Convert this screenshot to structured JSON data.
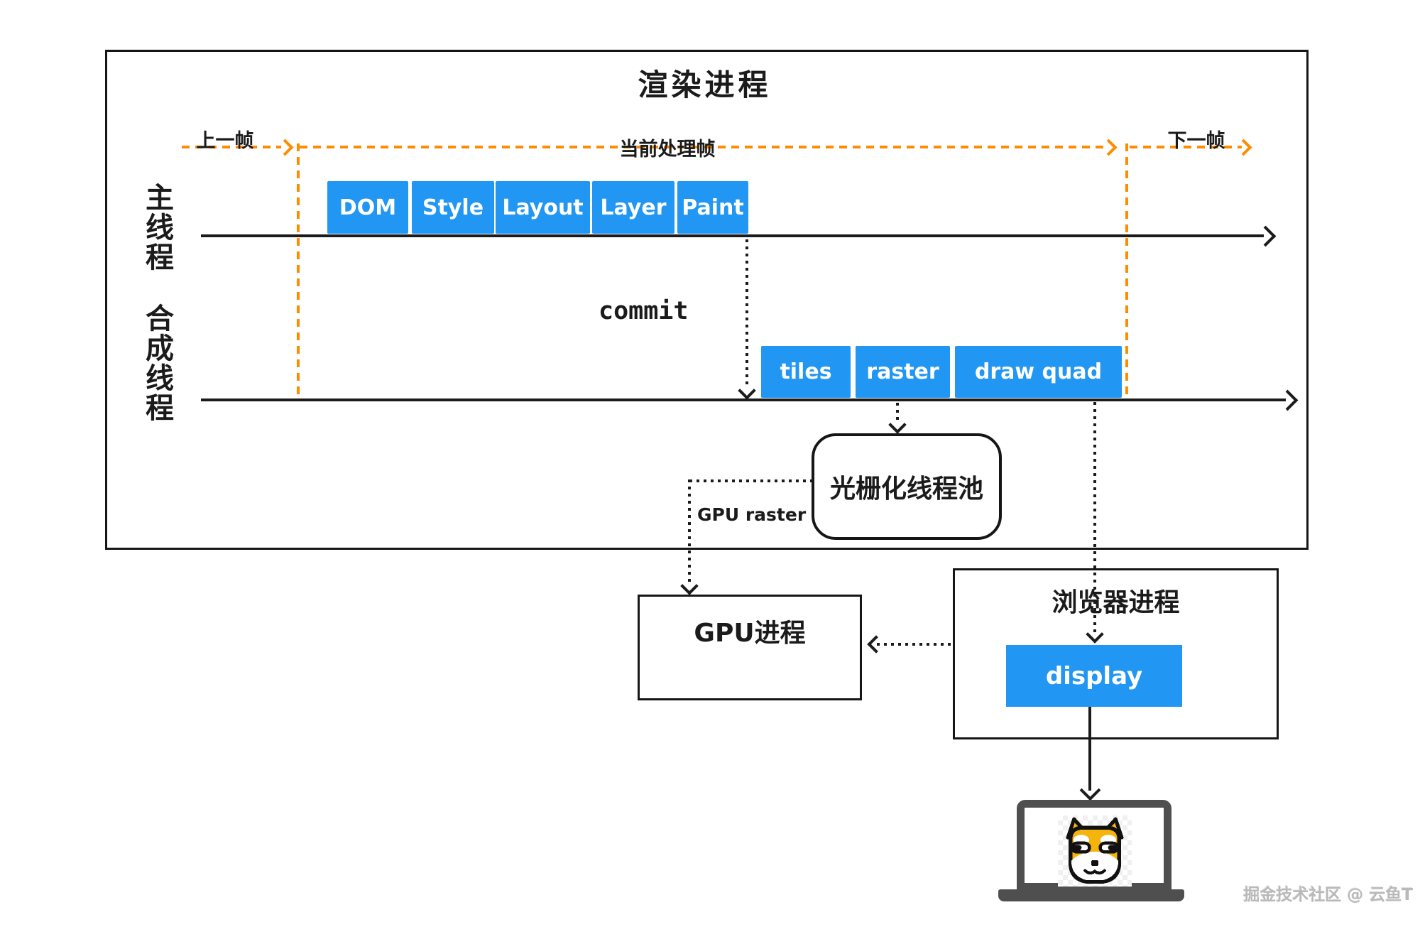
{
  "diagram": {
    "title": "渲染进程",
    "frames": {
      "prev": "上一帧",
      "current": "当前处理帧",
      "next": "下一帧"
    },
    "main_thread": {
      "label": "主线程",
      "stages": [
        "DOM",
        "Style",
        "Layout",
        "Layer",
        "Paint"
      ]
    },
    "compositor_thread": {
      "label": "合成线程",
      "stages": [
        "tiles",
        "raster",
        "draw quad"
      ]
    },
    "commit_label": "commit",
    "raster_pool_label": "光栅化线程池",
    "gpu_raster_label": "GPU raster",
    "gpu_process_label": "GPU进程",
    "browser_process_label": "浏览器进程",
    "display_label": "display",
    "watermark": "掘金技术社区 @ 云鱼T"
  },
  "icons": {
    "doge": "doge-face-icon",
    "laptop": "laptop-icon"
  },
  "colors": {
    "stage_blue": "#2196f3",
    "frame_orange": "#ff8c00",
    "ink": "#1b1b1b",
    "laptop_gray": "#4f4f4f",
    "doge_yellow": "#f5b40d"
  }
}
